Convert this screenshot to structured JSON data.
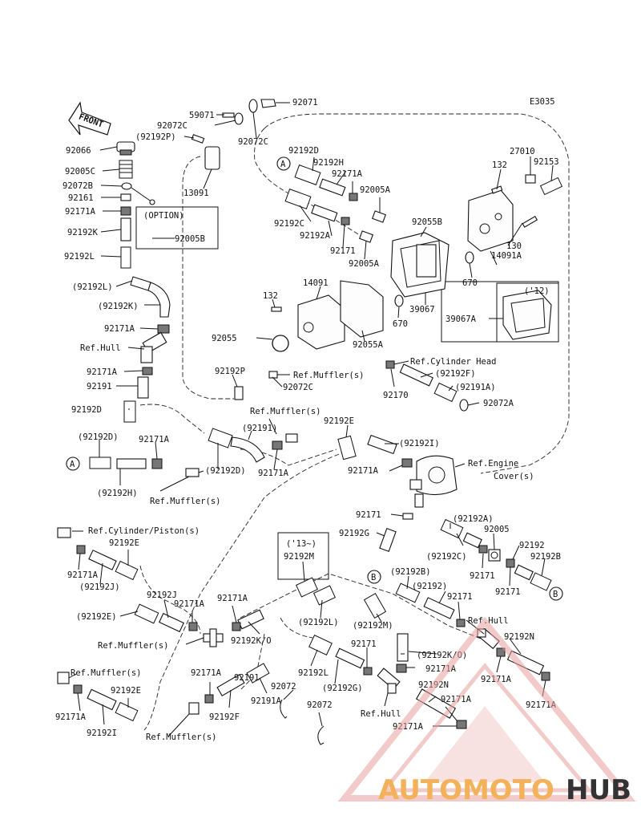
{
  "labels": {
    "e3035": "E3035",
    "p92071": "92071",
    "p59071": "59071",
    "p92072c": "92072C",
    "p92192p_ref": "(92192P)",
    "p92066": "92066",
    "p92192d": "92192D",
    "p27010": "27010",
    "p92153": "92153",
    "p92192h": "92192H",
    "p132": "132",
    "p92005c": "92005C",
    "p92171a": "92171A",
    "p92072b": "92072B",
    "p92005a": "92005A",
    "p13091": "13091",
    "p92161": "92161",
    "option": "(OPTION)",
    "p92055b": "92055B",
    "p92192c": "92192C",
    "p92192k": "92192K",
    "p92005b": "92005B",
    "p92192a": "92192A",
    "p130": "130",
    "p92171": "92171",
    "p14091a": "14091A",
    "p92192l": "92192L",
    "p14091": "14091",
    "p670": "670",
    "p92192l_ref": "(92192L)",
    "year_12": "('12)",
    "p39067": "39067",
    "p92192k_ref": "(92192K)",
    "p39067a": "39067A",
    "p92055": "92055",
    "p92055a": "92055A",
    "ref_hull": "Ref.Hull",
    "ref_cylinder_head": "Ref.Cylinder Head",
    "p92192p": "92192P",
    "ref_mufflers": "Ref.Muffler(s)",
    "p92192f_ref": "(92192F)",
    "p92191": "92191",
    "p92191a_ref": "(92191A)",
    "p92170": "92170",
    "p92072a": "92072A",
    "p92192e": "92192E",
    "p92191_ref": "(92191)",
    "p92192d_ref": "(92192D)",
    "p92192i_ref": "(92192I)",
    "ref_engine": "Ref.Engine",
    "covers": "Cover(s)",
    "p92192h_ref": "(92192H)",
    "p92192a_ref": "(92192A)",
    "ref_cylinder_piston": "Ref.Cylinder/Piston(s)",
    "p92192g": "92192G",
    "p92005": "92005",
    "year_13": "('13~)",
    "p92192": "92192",
    "p92192c_ref": "(92192C)",
    "p92192b": "92192B",
    "p92192m": "92192M",
    "p92192b_ref": "(92192B)",
    "p92192j_ref": "(92192J)",
    "p92192_ref": "(92192)",
    "p92192j": "92192J",
    "p92192e_ref": "(92192E)",
    "p92192l_ref2": "(92192L)",
    "p92192m_ref": "(92192M)",
    "p92192n": "92192N",
    "p92192k_o": "92192K/O",
    "p92192k_o_ref": "(92192K/O)",
    "p92072": "92072",
    "p92192g_ref": "(92192G)",
    "p92191a": "92191A",
    "p92192f": "92192F",
    "p92192i": "92192I"
  },
  "markers": [
    "A",
    "A",
    "B",
    "B"
  ],
  "front_arrow": "FRONT",
  "logo": {
    "part1": "AUTOMOTO",
    "part2": "HUB"
  }
}
